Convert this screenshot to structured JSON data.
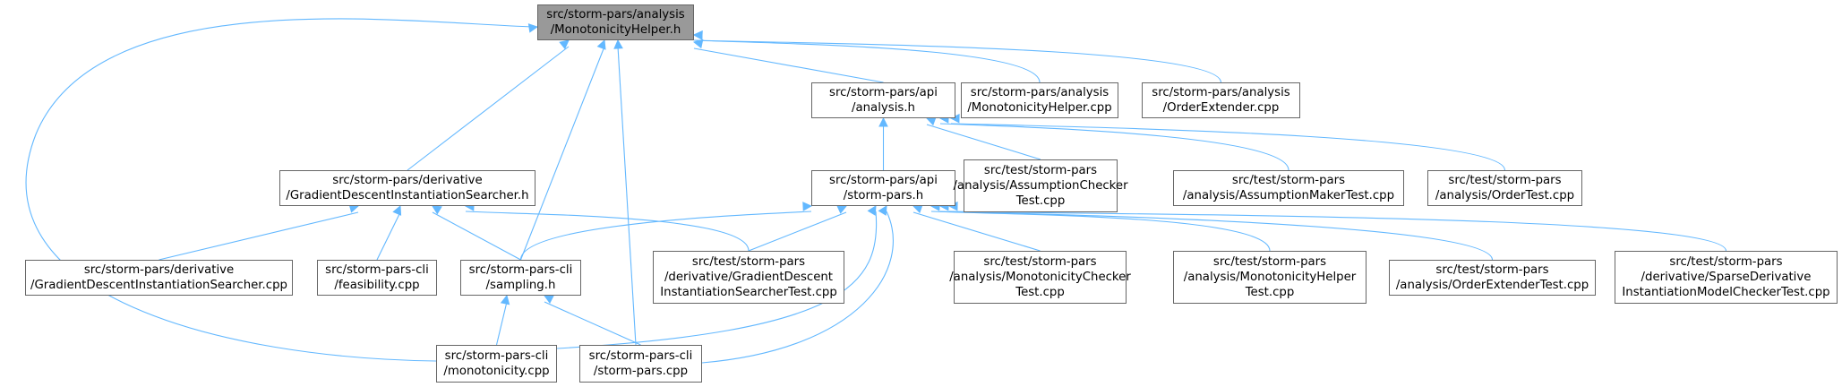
{
  "colors": {
    "edge": "#63b8ff",
    "border": "#666666",
    "root_fill": "#999999",
    "node_fill": "#ffffff"
  },
  "nodes": [
    {
      "id": "root",
      "lines": [
        "src/storm-pars/analysis",
        "/MonotonicityHelper.h"
      ],
      "root": true
    },
    {
      "id": "api_analysis",
      "lines": [
        "src/storm-pars/api",
        "/analysis.h"
      ]
    },
    {
      "id": "monohelper_cpp",
      "lines": [
        "src/storm-pars/analysis",
        "/MonotonicityHelper.cpp"
      ]
    },
    {
      "id": "orderextender_cpp",
      "lines": [
        "src/storm-pars/analysis",
        "/OrderExtender.cpp"
      ]
    },
    {
      "id": "gdis_h",
      "lines": [
        "src/storm-pars/derivative",
        "/GradientDescentInstantiationSearcher.h"
      ]
    },
    {
      "id": "api_stormpars",
      "lines": [
        "src/storm-pars/api",
        "/storm-pars.h"
      ]
    },
    {
      "id": "assumption_checker_test",
      "lines": [
        "src/test/storm-pars",
        "/analysis/AssumptionChecker",
        "Test.cpp"
      ]
    },
    {
      "id": "assumption_maker_test",
      "lines": [
        "src/test/storm-pars",
        "/analysis/AssumptionMakerTest.cpp"
      ]
    },
    {
      "id": "order_test",
      "lines": [
        "src/test/storm-pars",
        "/analysis/OrderTest.cpp"
      ]
    },
    {
      "id": "gdis_cpp",
      "lines": [
        "src/storm-pars/derivative",
        "/GradientDescentInstantiationSearcher.cpp"
      ]
    },
    {
      "id": "feasibility",
      "lines": [
        "src/storm-pars-cli",
        "/feasibility.cpp"
      ]
    },
    {
      "id": "sampling",
      "lines": [
        "src/storm-pars-cli",
        "/sampling.h"
      ]
    },
    {
      "id": "gdis_test",
      "lines": [
        "src/test/storm-pars",
        "/derivative/GradientDescent",
        "InstantiationSearcherTest.cpp"
      ]
    },
    {
      "id": "mono_checker_test",
      "lines": [
        "src/test/storm-pars",
        "/analysis/MonotonicityChecker",
        "Test.cpp"
      ]
    },
    {
      "id": "mono_helper_test",
      "lines": [
        "src/test/storm-pars",
        "/analysis/MonotonicityHelper",
        "Test.cpp"
      ]
    },
    {
      "id": "order_extender_test",
      "lines": [
        "src/test/storm-pars",
        "/analysis/OrderExtenderTest.cpp"
      ]
    },
    {
      "id": "sparse_deriv_test",
      "lines": [
        "src/test/storm-pars",
        "/derivative/SparseDerivative",
        "InstantiationModelCheckerTest.cpp"
      ]
    },
    {
      "id": "monotonicity_cpp",
      "lines": [
        "src/storm-pars-cli",
        "/monotonicity.cpp"
      ]
    },
    {
      "id": "stormpars_cpp",
      "lines": [
        "src/storm-pars-cli",
        "/storm-pars.cpp"
      ]
    }
  ],
  "edges": [
    {
      "from": "api_analysis",
      "to": "root"
    },
    {
      "from": "monohelper_cpp",
      "to": "root"
    },
    {
      "from": "orderextender_cpp",
      "to": "root"
    },
    {
      "from": "gdis_h",
      "to": "root"
    },
    {
      "from": "sampling",
      "to": "root"
    },
    {
      "from": "stormpars_cpp",
      "to": "root"
    },
    {
      "from": "monotonicity_cpp",
      "to": "root"
    },
    {
      "from": "api_stormpars",
      "to": "api_analysis"
    },
    {
      "from": "assumption_checker_test",
      "to": "api_analysis"
    },
    {
      "from": "assumption_maker_test",
      "to": "api_analysis"
    },
    {
      "from": "order_test",
      "to": "api_analysis"
    },
    {
      "from": "gdis_cpp",
      "to": "gdis_h"
    },
    {
      "from": "feasibility",
      "to": "gdis_h"
    },
    {
      "from": "sampling",
      "to": "gdis_h"
    },
    {
      "from": "gdis_test",
      "to": "gdis_h"
    },
    {
      "from": "sampling",
      "to": "api_stormpars"
    },
    {
      "from": "gdis_test",
      "to": "api_stormpars"
    },
    {
      "from": "mono_checker_test",
      "to": "api_stormpars"
    },
    {
      "from": "mono_helper_test",
      "to": "api_stormpars"
    },
    {
      "from": "order_extender_test",
      "to": "api_stormpars"
    },
    {
      "from": "sparse_deriv_test",
      "to": "api_stormpars"
    },
    {
      "from": "monotonicity_cpp",
      "to": "api_stormpars"
    },
    {
      "from": "stormpars_cpp",
      "to": "api_stormpars"
    },
    {
      "from": "monotonicity_cpp",
      "to": "sampling"
    },
    {
      "from": "stormpars_cpp",
      "to": "sampling"
    }
  ]
}
